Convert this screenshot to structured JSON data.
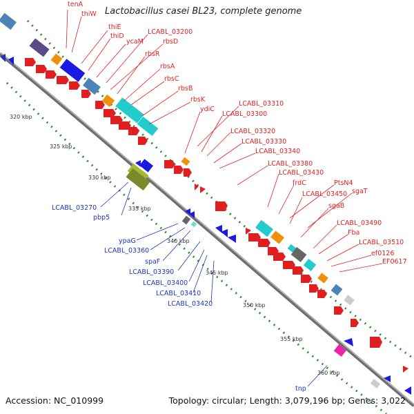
{
  "title": "Lactobacillus casei BL23, complete genome",
  "footer": {
    "accession": "Accession: NC_010999",
    "topology": "Topology: circular; Length: 3,079,196 bp; Genes: 3,022"
  },
  "ticks": {
    "t320": "320 kbp",
    "t325": "325 kbp",
    "t330": "330 kbp",
    "t335": "335 kbp",
    "t340": "340 kbp",
    "t345": "345 kbp",
    "t350": "350 kbp",
    "t355": "355 kbp",
    "t360": "360 kbp"
  },
  "genes_forward": {
    "tenA": "tenA",
    "thiW": "thiW",
    "thiE": "thiE",
    "thiD": "thiD",
    "ycaM": "ycaM",
    "LCABL_03200": "LCABL_03200",
    "rbsD": "rbsD",
    "rbsR": "rbsR",
    "rbsA": "rbsA",
    "rbsC": "rbsC",
    "rbsB": "rbsB",
    "rbsK": "rbsK",
    "ydiC": "ydiC",
    "LCABL_03310": "LCABL_03310",
    "LCABL_03300": "LCABL_03300",
    "LCABL_03320": "LCABL_03320",
    "LCABL_03330": "LCABL_03330",
    "LCABL_03340": "LCABL_03340",
    "LCABL_03380": "LCABL_03380",
    "LCABL_03430": "LCABL_03430",
    "PtsN4": "PtsN4",
    "frdC": "frdC",
    "sgaT": "sgaT",
    "LCABL_03450": "LCABL_03450",
    "sgaB": "sgaB",
    "LCABL_03490": "LCABL_03490",
    "Fba": "Fba",
    "LCABL_03510": "LCABL_03510",
    "ef0126": "ef0126",
    "EF0617": "EF0617"
  },
  "genes_reverse": {
    "LCABL_03270": "LCABL_03270",
    "pbp5": "pbp5",
    "ypaG": "ypaG",
    "LCABL_03360": "LCABL_03360",
    "spaF": "spaF",
    "LCABL_03390": "LCABL_03390",
    "LCABL_03400": "LCABL_03400",
    "LCABL_03410": "LCABL_03410",
    "LCABL_03420": "LCABL_03420",
    "tnp": "tnp"
  },
  "colors": {
    "cds_forward": "#e02020",
    "cds_reverse": "#1a1ae0",
    "backbone": "#8a8a8a",
    "gc_dots": "#2a8a2a",
    "label_forward": "#e02020",
    "label_reverse": "#2233bb",
    "cyan": "#22cccc",
    "orange": "#f0900a",
    "steel": "#4d84b8",
    "olive": "#7a8a2a"
  }
}
